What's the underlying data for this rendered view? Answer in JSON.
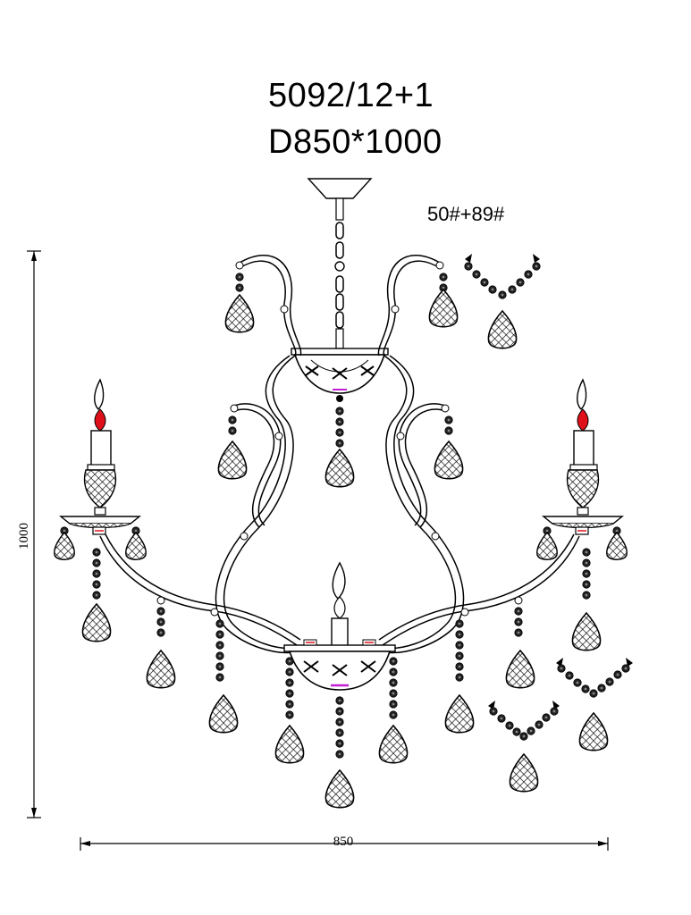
{
  "header": {
    "model_number": "5092/12+1",
    "dimensions_label": "D850*1000"
  },
  "crystal_code": "50#+89#",
  "dimension_height": "1000",
  "dimension_width": "850",
  "colors": {
    "line": "#000000",
    "flame": "#e0101a",
    "accent_purple": "#c21fd3"
  }
}
